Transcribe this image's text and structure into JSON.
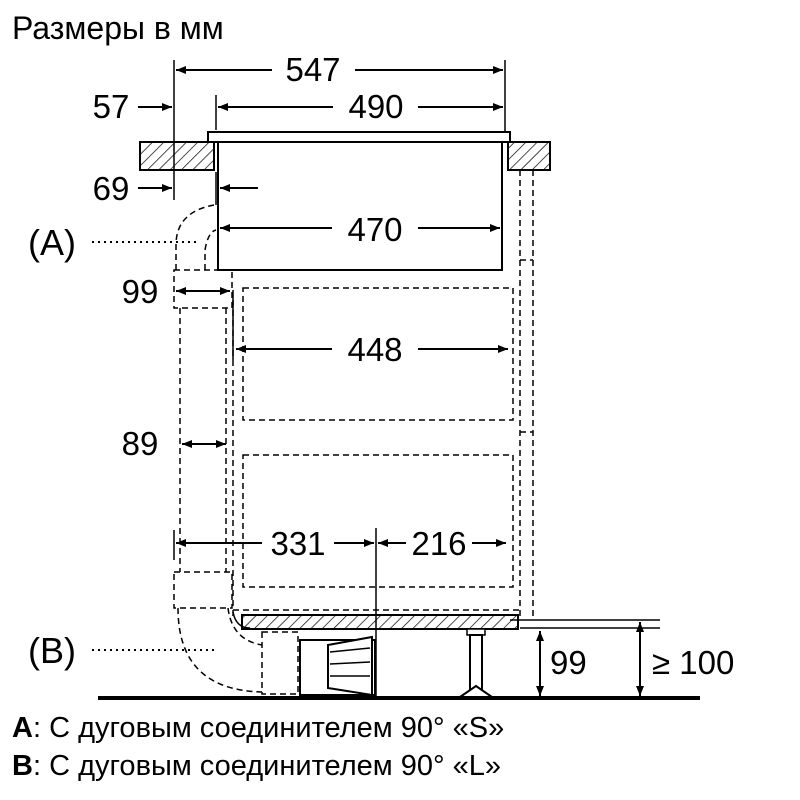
{
  "title": "Размеры в мм",
  "unit": "мм",
  "dimensions": {
    "d547": "547",
    "d490": "490",
    "d57": "57",
    "d69": "69",
    "d470": "470",
    "d99_left": "99",
    "d448": "448",
    "d89": "89",
    "d331": "331",
    "d216": "216",
    "d99_right": "99",
    "d100": "≥ 100"
  },
  "callouts": {
    "a": "(A)",
    "b": "(B)"
  },
  "legend": [
    {
      "key": "A",
      "sep": ":",
      "text": " С дуговым соединителем 90° «S»"
    },
    {
      "key": "B",
      "sep": ":",
      "text": " С дуговым соединителем 90° «L»"
    }
  ]
}
